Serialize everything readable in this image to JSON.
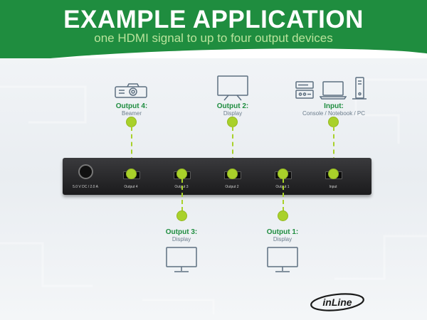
{
  "banner": {
    "title": "EXAMPLE APPLICATION",
    "subtitle": "one HDMI signal to up to four output devices"
  },
  "device": {
    "power_label": "5.0 V DC / 2.0 A",
    "ports": [
      "Output 4",
      "Output 3",
      "Output 2",
      "Output 1",
      "Input"
    ]
  },
  "callouts": {
    "output4": {
      "title": "Output 4:",
      "sub": "Beamer"
    },
    "output2": {
      "title": "Output 2:",
      "sub": "Display"
    },
    "input": {
      "title": "Input:",
      "sub": "Console / Notebook / PC"
    },
    "output3": {
      "title": "Output 3:",
      "sub": "Display"
    },
    "output1": {
      "title": "Output 1:",
      "sub": "Display"
    }
  },
  "icons": {
    "output4": "projector-icon",
    "output2": "display-icon",
    "input": [
      "console-icon",
      "notebook-icon",
      "pc-tower-icon"
    ],
    "output3": "display-icon",
    "output1": "display-icon"
  },
  "colors": {
    "brand_green": "#1f8d3f",
    "accent_lime": "#a9d12a",
    "subtitle_green": "#b9e39b",
    "device_dark": "#242426"
  },
  "logo": {
    "text": "inLine"
  }
}
